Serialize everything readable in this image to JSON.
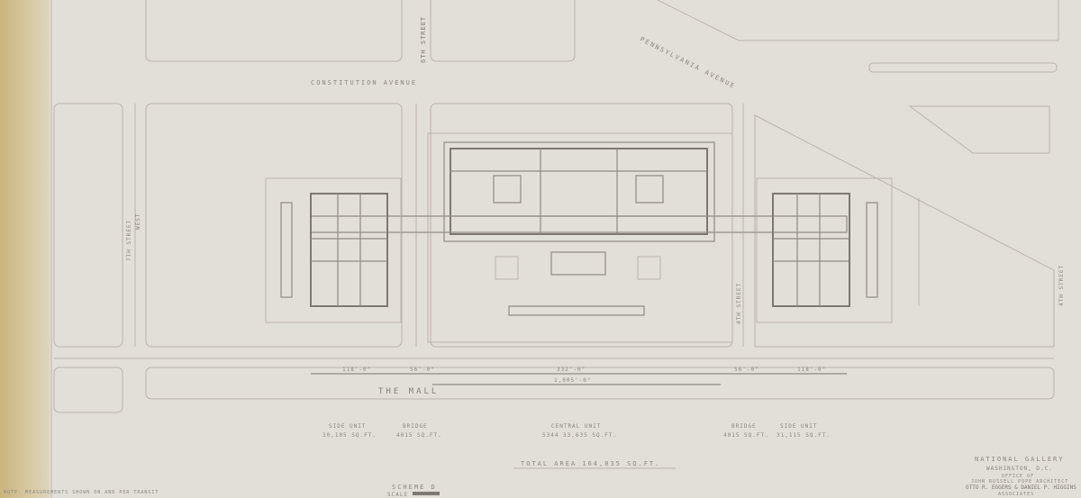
{
  "streets": {
    "constitution": "CONSTITUTION AVENUE",
    "pennsylvania": "PENNSYLVANIA AVENUE",
    "sixth": "6TH STREET",
    "seventh": "7TH STREET",
    "seventh_sub": "WEST",
    "fourth": "4TH STREET",
    "fourth_right": "4TH STREET",
    "mall": "THE MALL"
  },
  "dimensions": {
    "left_unit": "118'-0\"",
    "left_bridge": "56'-0\"",
    "center_a": "332'-0\"",
    "center_b": "1,005'-0\"",
    "right_bridge": "56'-0\"",
    "right_unit": "118'-0\""
  },
  "areas": {
    "side_left_title": "SIDE UNIT",
    "side_left_value": "30,105 SQ.FT.",
    "bridge_left_title": "BRIDGE",
    "bridge_left_value": "4015 SQ.FT.",
    "central_title": "CENTRAL UNIT",
    "central_value": "5344 33,635 SQ.FT.",
    "bridge_right_title": "BRIDGE",
    "bridge_right_value": "4015 SQ.FT.",
    "side_right_title": "SIDE UNIT",
    "side_right_value": "31,115 SQ.FT.",
    "total": "TOTAL AREA 164,035 SQ.FT."
  },
  "scheme": {
    "title": "SCHEME D",
    "scale": "SCALE"
  },
  "title_block": {
    "title": "NATIONAL GALLERY",
    "city": "WASHINGTON, D.C.",
    "line1": "OFFICE OF",
    "line2": "JOHN RUSSELL POPE ARCHITECT",
    "line3": "OTTO R. EGGERS & DANIEL P. HIGGINS",
    "line4": "ASSOCIATES"
  },
  "footer_note": "NOTE: MEASUREMENTS SHOWN ON AND PER TRANSIT",
  "colors": {
    "paper": "#e2ded8",
    "tape": "#cdbb8f",
    "ink": "#8a857f"
  }
}
